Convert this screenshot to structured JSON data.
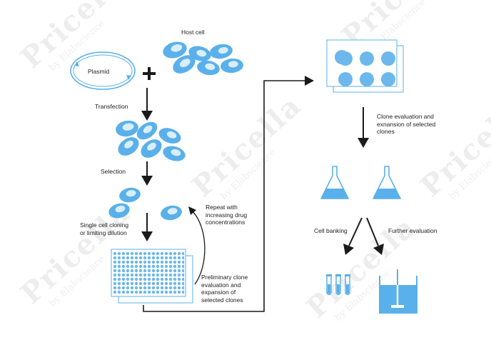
{
  "labels": {
    "host_cell": "Host cell",
    "plasmid": "Plasmid",
    "transfection": "Transfection",
    "selection": "Selection",
    "single_cell_line1": "Single cell cloning",
    "single_cell_line2": "or limiting dilution",
    "repeat_line1": "Repeat with",
    "repeat_line2": "increasing drug",
    "repeat_line3": "concentrations",
    "preliminary_line1": "Preliminary clone",
    "preliminary_line2": "evaluation and",
    "preliminary_line3": "expansion of",
    "preliminary_line4": "selected clones",
    "clone_eval_line1": "Clone evaluation and",
    "clone_eval_line2": "exnansion of selected",
    "clone_eval_line3": "clones",
    "cell_banking": "Cell banking",
    "further_evaluation": "Further evaluation"
  },
  "watermark": {
    "brand": "Pricella",
    "registered": "®",
    "sub": "by Elabscience"
  },
  "colors": {
    "cell_fill": "#5ab0ea",
    "cell_nucleus": "#d9eefa",
    "plate_cell": "#6cb8ec",
    "liquid": "#5ab0ea",
    "arrow": "#1a1a1a",
    "plasmid": "#5ab0ea"
  }
}
